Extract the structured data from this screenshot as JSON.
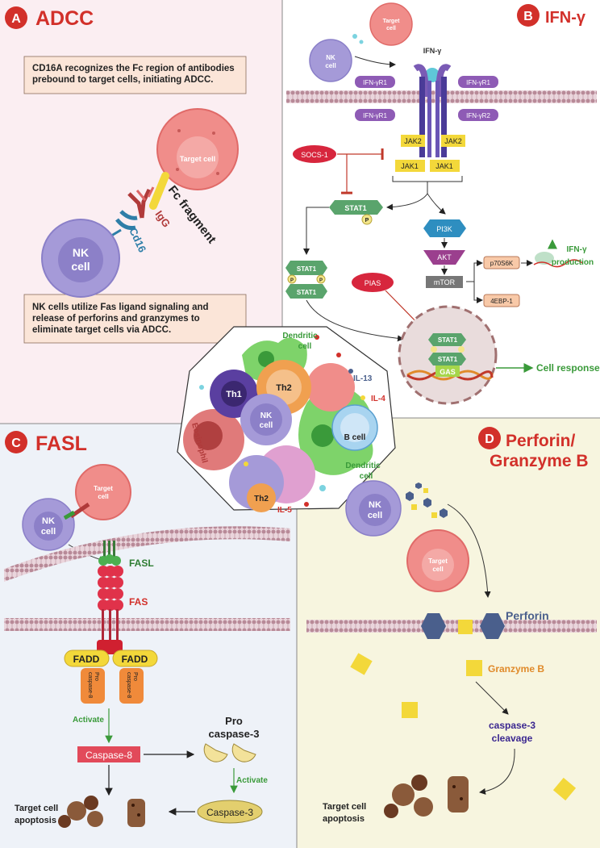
{
  "panels": {
    "a": {
      "letter": "A",
      "title": "ADCC",
      "note_top": "CD16A recognizes the Fc region of antibodies prebound to target cells, initiating ADCC.",
      "note_bottom": "NK cells utilize Fas ligand signaling and release of perforins and granzymes to eliminate target cells via ADCC.",
      "target_cell": "Target cell",
      "nk_cell": "NK cell",
      "fc_fragment": "Fc fragment",
      "igg": "IgG",
      "cd16": "Cd16"
    },
    "b": {
      "letter": "B",
      "title": "IFN-γ",
      "nk_cell": "NK cell",
      "target_cell": "Target cell",
      "ifng": "IFN-γ",
      "ifngr1_l1": "IFN-γR1",
      "ifngr1_r": "IFN-γR1",
      "ifngr1_l2": "IFN-γR1",
      "ifngr2": "IFN-γR2",
      "jak2_l": "JAK2",
      "jak2_r": "JAK2",
      "jak1_l": "JAK1",
      "jak1_r": "JAK1",
      "socs1": "SOCS-1",
      "stat1": "STAT1",
      "p": "P",
      "pi3k": "PI3K",
      "akt": "AKT",
      "mtor": "mTOR",
      "p70s6k": "p70S6K",
      "e4bp1": "4EBP-1",
      "ifng_prod_1": "IFN-γ",
      "ifng_prod_2": "production",
      "pias": "PIAS",
      "gas": "GAS",
      "cell_response": "Cell response"
    },
    "center": {
      "th1": "Th1",
      "th2": "Th2",
      "th2_b": "Th2",
      "nk_cell": "NK cell",
      "b_cell": "B cell",
      "dendritic_top": "Dendritic cell",
      "dendritic_right": "Dendritic cell",
      "eosinophil": "Eosinophil",
      "il13": "IL-13",
      "il4": "IL-4",
      "il5": "IL-5"
    },
    "c": {
      "letter": "C",
      "title": "FASL",
      "target_cell": "Target cell",
      "nk_cell": "NK cell",
      "fasl": "FASL",
      "fas": "FAS",
      "fadd_l": "FADD",
      "fadd_r": "FADD",
      "pro_casp8": "Pro caspase-8",
      "activate_1": "Activate",
      "caspase8": "Caspase-8",
      "pro_casp3": "Pro caspase-3",
      "activate_2": "Activate",
      "caspase3": "Caspase-3",
      "apoptosis": "Target cell apoptosis"
    },
    "d": {
      "letter": "D",
      "title_1": "Perforin/",
      "title_2": "Granzyme B",
      "nk_cell": "NK cell",
      "target_cell": "Target cell",
      "perforin": "Perforin",
      "granzyme": "Granzyme B",
      "caspase3_cleavage": "caspase-3 cleavage",
      "apoptosis": "Target cell apoptosis"
    }
  },
  "colors": {
    "red_title": "#d2302a",
    "panel_a_bg": "#fbeef2",
    "panel_b_bg": "#ffffff",
    "panel_c_bg": "#eef2f8",
    "panel_d_bg": "#f7f5df",
    "nk_purple": "#a59ad8",
    "target_pink": "#f08d8a",
    "jak_yellow": "#f3d83a",
    "stat_green": "#5aa46c",
    "green_text": "#3a9a3a",
    "blue_perforin": "#4a5f8c"
  }
}
